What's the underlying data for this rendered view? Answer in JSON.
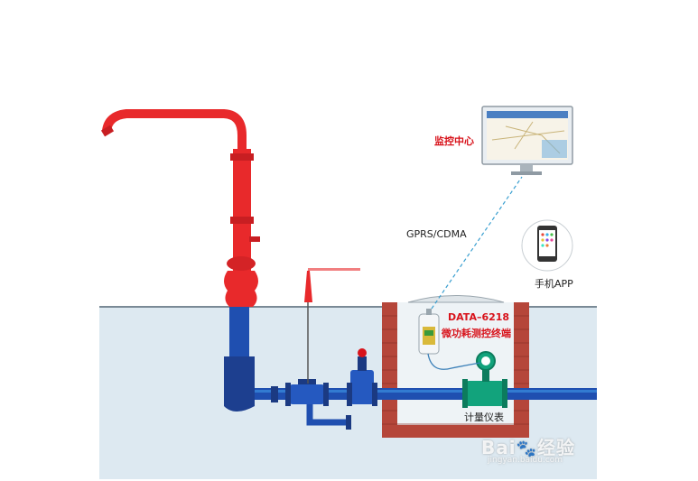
{
  "labels": {
    "monitor_center": "监控中心",
    "network": "GPRS/CDMA",
    "phone_app": "手机APP",
    "terminal_model": "DATA–6218",
    "terminal_name": "微功耗测控终端",
    "meter": "计量仪表"
  },
  "watermark": {
    "logo": "Bai",
    "logo_suffix": "经验",
    "url": "jingyan.baidu.com"
  },
  "icons": {
    "hydrant": "fire-hydrant-icon",
    "monitor": "monitor-icon",
    "phone": "smartphone-icon",
    "terminal": "data-terminal-icon",
    "flowmeter": "flow-meter-icon",
    "valve": "gate-valve-icon"
  },
  "colors": {
    "hydrant_red": "#e8292b",
    "pipe_blue": "#1f4fb0",
    "pipe_light": "#3a8ee0",
    "meter_green": "#12a37c",
    "brick": "#b5463a",
    "ground": "#dfeaf2",
    "signal_line": "#3a9fd0",
    "accent_red": "#d8131b"
  }
}
